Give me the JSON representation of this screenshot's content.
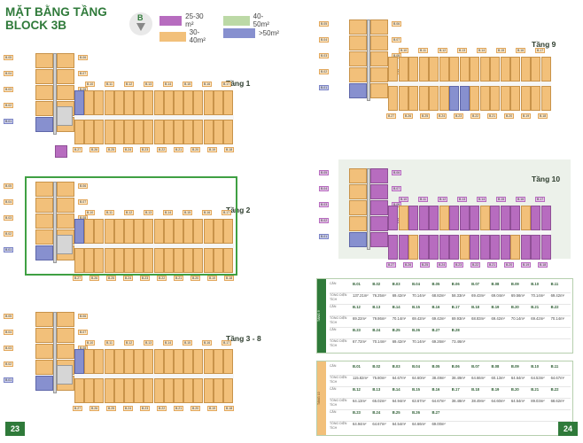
{
  "title_line1": "MẶT BẰNG TẦNG",
  "title_line2": "BLOCK 3B",
  "compass": "B",
  "legend": [
    {
      "label": "25-30 m²",
      "color": "#b76cbf"
    },
    {
      "label": "30-40m²",
      "color": "#f2c07a"
    },
    {
      "label": "40-50m²",
      "color": "#bcd9a6"
    },
    {
      "label": ">50m²",
      "color": "#8790cf"
    }
  ],
  "floors": {
    "f1": "Tầng 1",
    "f2": "Tầng 2",
    "f38": "Tầng 3 - 8",
    "f9": "Tầng 9",
    "f10": "Tầng 10"
  },
  "pages": {
    "left": "23",
    "right": "24"
  },
  "table": {
    "block1": {
      "side": "TẦNG 9",
      "rows": [
        {
          "lab": "CĂN",
          "vals": [
            "B.01",
            "B.02",
            "B.03",
            "B.04",
            "B.05",
            "B.06",
            "B.07",
            "B.08",
            "B.09",
            "B.10",
            "B.11"
          ]
        },
        {
          "lab": "TỔNG DIỆN TÍCH",
          "vals": [
            "137.21m²",
            "76.25m²",
            "69.42m²",
            "70.14m²",
            "68.82m²",
            "58.33m²",
            "69.43m²",
            "69.04m²",
            "69.56m²",
            "70.14m²",
            "69.42m²"
          ]
        },
        {
          "lab": "CĂN",
          "vals": [
            "B.12",
            "B.13",
            "B.14",
            "B.15",
            "B.16",
            "B.17",
            "B.18",
            "B.19",
            "B.20",
            "B.21",
            "B.22"
          ]
        },
        {
          "lab": "TỔNG DIỆN TÍCH",
          "vals": [
            "69.22m²",
            "79.86m²",
            "70.14m²",
            "69.42m²",
            "69.42m²",
            "69.93m²",
            "68.83m²",
            "69.42m²",
            "70.14m²",
            "69.42m²",
            "70.14m²"
          ]
        },
        {
          "lab": "CĂN",
          "vals": [
            "B.23",
            "B.24",
            "B.25",
            "B.26",
            "B.27",
            "B.28",
            "",
            "",
            "",
            "",
            ""
          ]
        },
        {
          "lab": "TỔNG DIỆN TÍCH",
          "vals": [
            "67.72m²",
            "70.14m²",
            "69.42m²",
            "70.14m²",
            "69.26m²",
            "73.46m²",
            "",
            "",
            "",
            "",
            ""
          ]
        }
      ]
    },
    "block2": {
      "side": "TẦNG 10",
      "rows": [
        {
          "lab": "CĂN",
          "vals": [
            "B.01",
            "B.02",
            "B.03",
            "B.04",
            "B.05",
            "B.06",
            "B.07",
            "B.08",
            "B.09",
            "B.10",
            "B.11"
          ]
        },
        {
          "lab": "TỔNG DIỆN TÍCH",
          "vals": [
            "115.82m²",
            "75.80m²",
            "64.67m²",
            "64.60m²",
            "38.49m²",
            "38.49m²",
            "64.66m²",
            "60.13m²",
            "64.64m²",
            "64.53m²",
            "64.67m²"
          ]
        },
        {
          "lab": "CĂN",
          "vals": [
            "B.12",
            "B.13",
            "B.14",
            "B.15",
            "B.16",
            "B.17",
            "B.18",
            "B.19",
            "B.20",
            "B.21",
            "B.22"
          ]
        },
        {
          "lab": "TỔNG DIỆN TÍCH",
          "vals": [
            "64.13m²",
            "65.02m²",
            "64.94m²",
            "63.67m²",
            "64.67m²",
            "38.48m²",
            "38.49m²",
            "64.60m²",
            "64.54m²",
            "89.03m²",
            "68.62m²"
          ]
        },
        {
          "lab": "CĂN",
          "vals": [
            "B.23",
            "B.24",
            "B.25",
            "B.26",
            "B.27",
            "",
            "",
            "",
            "",
            "",
            ""
          ]
        },
        {
          "lab": "TỔNG DIỆN TÍCH",
          "vals": [
            "64.94m²",
            "64.67m²",
            "64.54m²",
            "64.66m²",
            "69.00m²",
            "",
            "",
            "",
            "",
            "",
            ""
          ]
        }
      ]
    }
  },
  "unit_labels": {
    "row_top": [
      "B.10",
      "B.11",
      "B.12",
      "B.13",
      "B.14",
      "B.15",
      "B.16",
      "B.17"
    ],
    "row_bottom": [
      "B.27",
      "B.26",
      "B.25",
      "B.24",
      "B.23",
      "B.22",
      "B.21",
      "B.20",
      "B.19",
      "B.18"
    ],
    "left_col": [
      "B.05",
      "B.04",
      "B.03",
      "B.02",
      "B.01"
    ],
    "inner_col": [
      "B.06",
      "B.07",
      "B.08",
      "B.09"
    ]
  }
}
